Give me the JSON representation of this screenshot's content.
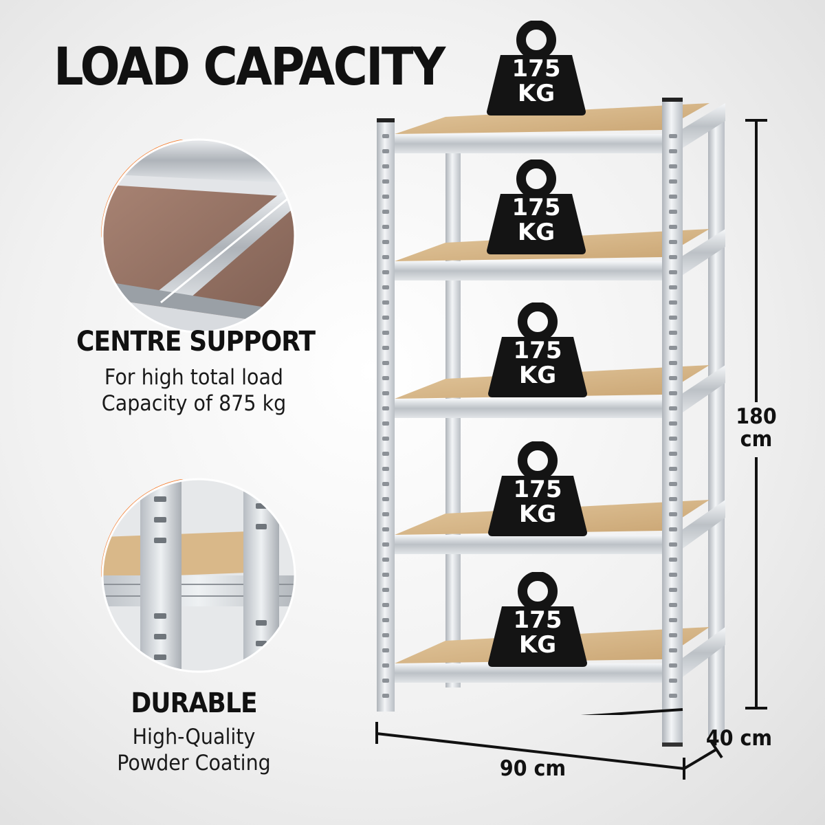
{
  "title": "LOAD CAPACITY",
  "features": [
    {
      "heading": "CENTRE SUPPORT",
      "lines": [
        "For high total load",
        "Capacity of 875 kg"
      ],
      "icon": "centre-support-closeup"
    },
    {
      "heading": "DURABLE",
      "lines": [
        "High-Quality",
        "Powder Coating"
      ],
      "icon": "upright-post-closeup"
    }
  ],
  "weights": [
    {
      "value": "175",
      "unit": "KG"
    },
    {
      "value": "175",
      "unit": "KG"
    },
    {
      "value": "175",
      "unit": "KG"
    },
    {
      "value": "175",
      "unit": "KG"
    },
    {
      "value": "175",
      "unit": "KG"
    }
  ],
  "dimensions": {
    "height": {
      "value": "180",
      "unit": "cm"
    },
    "depth": "40 cm",
    "width": "90 cm"
  },
  "colors": {
    "accent": "#f47a2a",
    "board": "#d9b889",
    "steel": "#c9ccd1",
    "weight": "#141414"
  }
}
